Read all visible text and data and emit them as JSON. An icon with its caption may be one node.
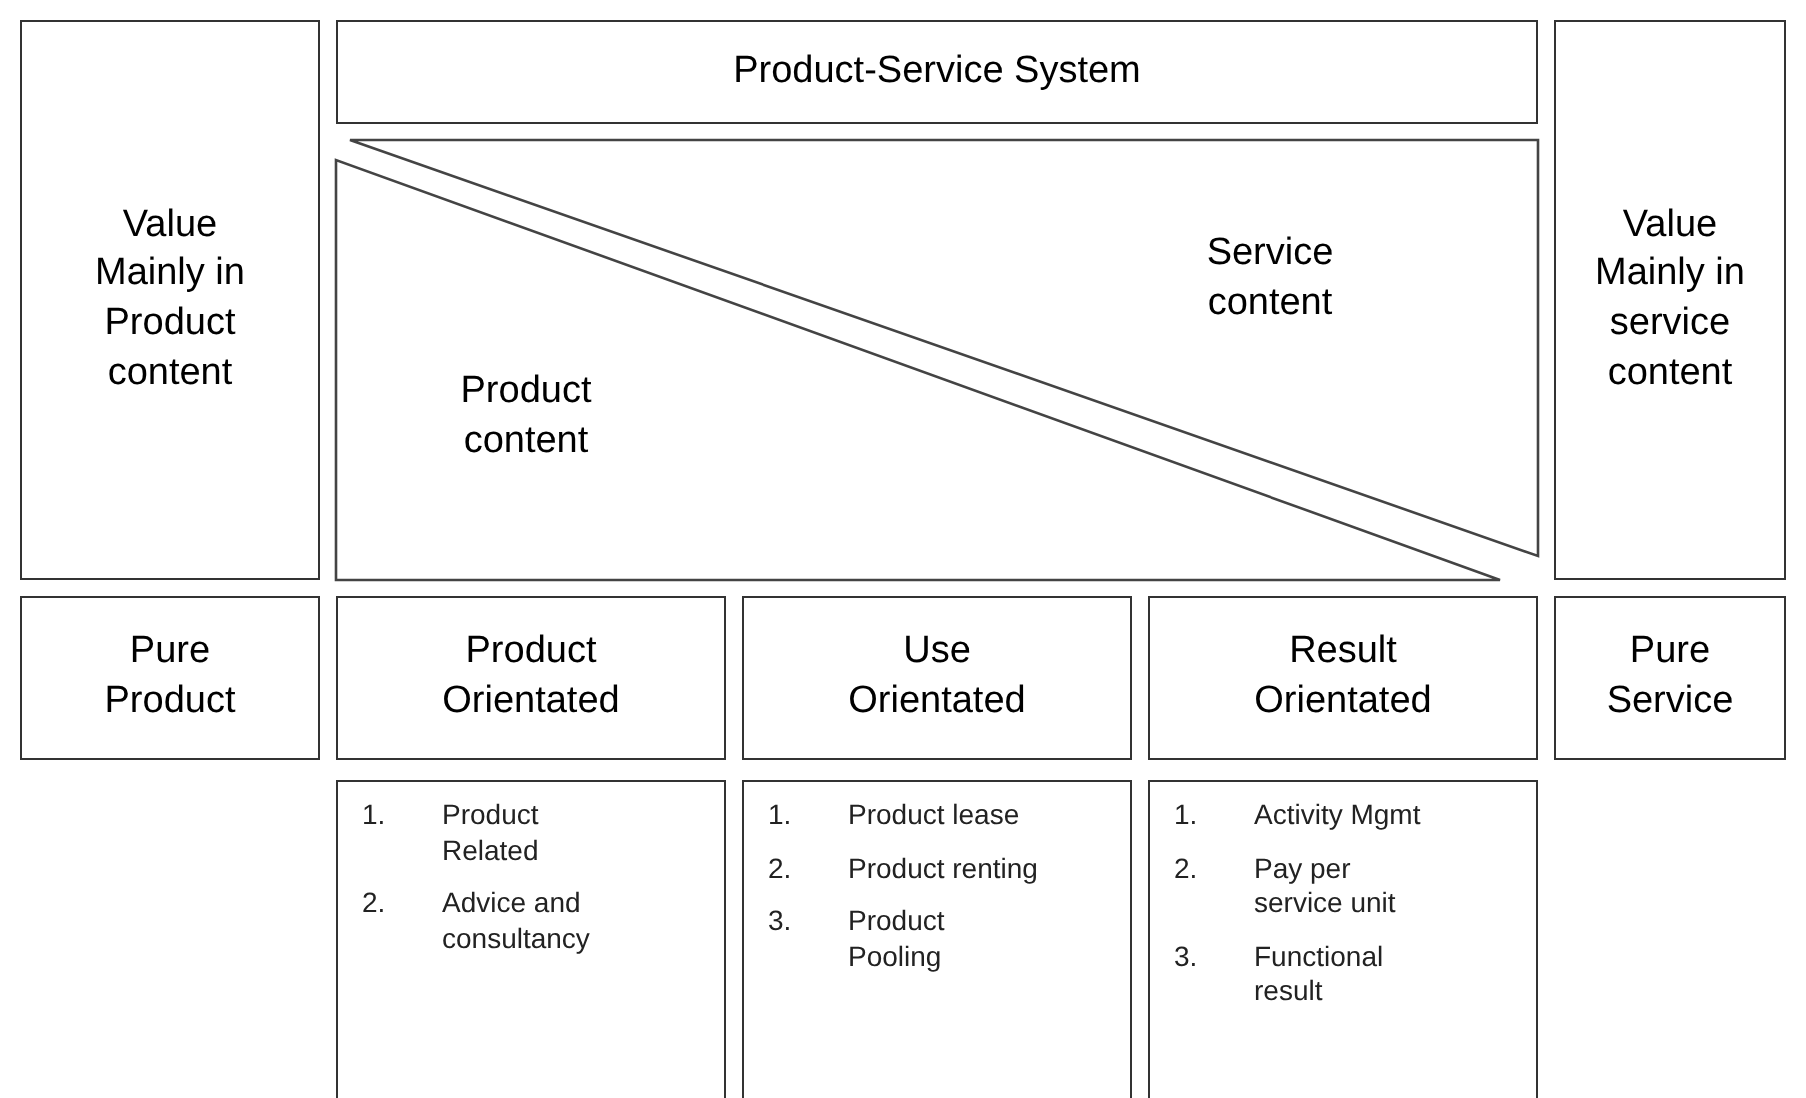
{
  "diagram": {
    "nodes": [
      {
        "text": [
          "Value Mainly in Product content"
        ]
      },
      {
        "text": [
          "Product-Service System"
        ]
      },
      {
        "text": [
          "Service content"
        ]
      },
      {
        "text": [
          "Product content"
        ]
      },
      {
        "text": [
          "Value Mainly in service content"
        ]
      },
      {
        "text": [
          "Pure Product"
        ]
      },
      {
        "text": [
          "Product Orientated"
        ]
      },
      {
        "text": [
          "Use Orientated"
        ]
      },
      {
        "text": [
          "Result Orientated"
        ]
      },
      {
        "text": [
          "Pure Service"
        ]
      },
      {
        "text": [
          "1. Product Related",
          "2. Advice and consultancy"
        ]
      },
      {
        "text": [
          "1. Product lease",
          "2. Product renting",
          "3. Product Pooling"
        ]
      },
      {
        "text": [
          "1. Activity Mgmt",
          "2. Pay per service unit",
          "3. Functional result"
        ]
      }
    ],
    "edges": []
  }
}
